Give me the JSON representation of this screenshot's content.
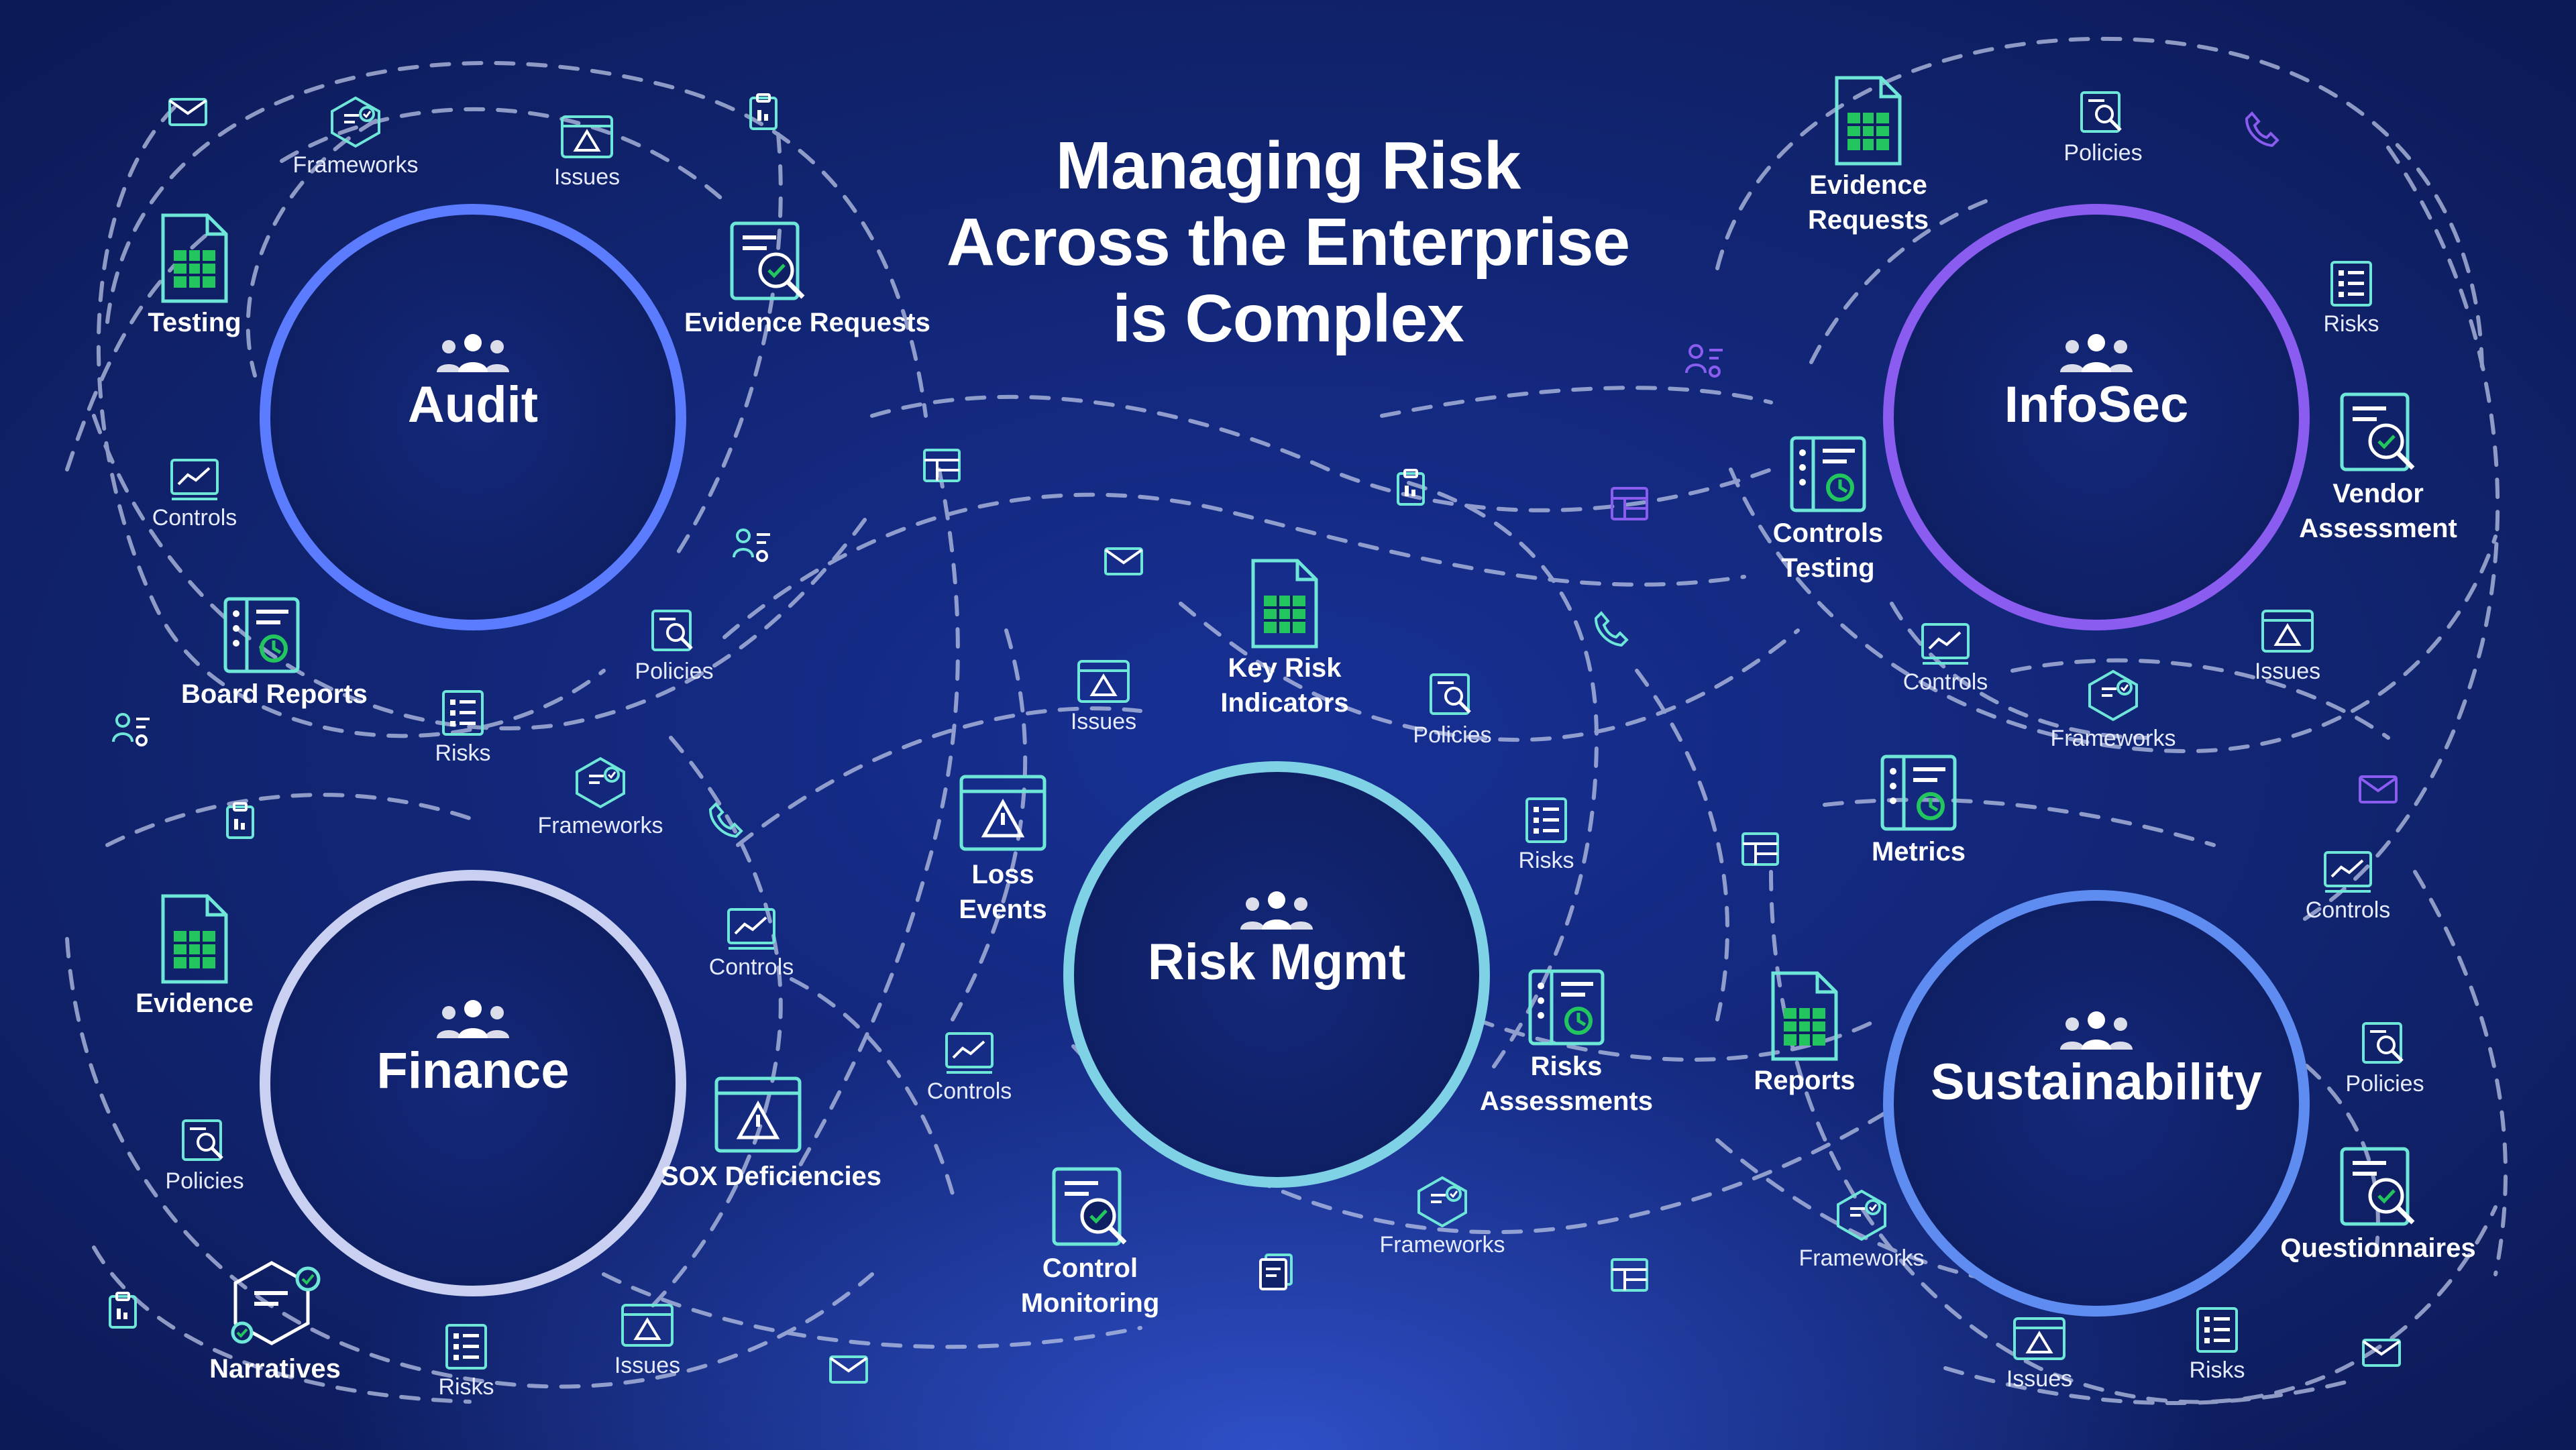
{
  "title": {
    "line1": "Managing Risk",
    "line2": "Across the Enterprise",
    "line3": "is Complex"
  },
  "colors": {
    "background": "#11246b",
    "audit_ring": "#5b7cff",
    "infosec_ring": "#8a5cf0",
    "riskmgmt_ring": "#7fd2e6",
    "finance_ring": "#c9d0f2",
    "sustainability_ring": "#5f8cf0",
    "icon_accent": "#6ee7d8",
    "icon_green": "#22c55e",
    "connector": "#b9c4e6"
  },
  "hubs": {
    "audit": {
      "label": "Audit",
      "icon": "people-group-icon"
    },
    "infosec": {
      "label": "InfoSec",
      "icon": "people-group-icon"
    },
    "riskmgmt": {
      "label": "Risk Mgmt",
      "icon": "people-group-icon"
    },
    "finance": {
      "label": "Finance",
      "icon": "people-group-icon"
    },
    "sustainability": {
      "label": "Sustainability",
      "icon": "people-group-icon"
    }
  },
  "items": {
    "audit_frameworks": "Frameworks",
    "audit_issues": "Issues",
    "audit_testing": "Testing",
    "audit_evidence_requests": "Evidence Requests",
    "audit_controls": "Controls",
    "audit_board_reports": "Board Reports",
    "audit_risks": "Risks",
    "audit_policies": "Policies",
    "mid_frameworks": "Frameworks",
    "finance_evidence": "Evidence",
    "finance_controls": "Controls",
    "finance_policies": "Policies",
    "finance_sox": "SOX Deficiencies",
    "finance_narratives": "Narratives",
    "finance_risks": "Risks",
    "finance_issues": "Issues",
    "rm_issues": "Issues",
    "rm_kri": "Key Risk Indicators",
    "rm_policies": "Policies",
    "rm_loss_events": "Loss Events",
    "rm_risks": "Risks",
    "rm_controls": "Controls",
    "rm_risk_assessments": "Risks Assessments",
    "rm_control_monitoring": "Control Monitoring",
    "rm_frameworks": "Frameworks",
    "is_evidence_requests": "Evidence Requests",
    "is_policies": "Policies",
    "is_risks": "Risks",
    "is_controls_testing": "Controls Testing",
    "is_vendor_assessment": "Vendor Assessment",
    "is_controls": "Controls",
    "is_issues": "Issues",
    "is_frameworks": "Frameworks",
    "is_metrics": "Metrics",
    "su_controls": "Controls",
    "su_reports": "Reports",
    "su_policies": "Policies",
    "su_questionnaires": "Questionnaires",
    "su_frameworks": "Frameworks",
    "su_issues": "Issues",
    "su_risks": "Risks"
  }
}
